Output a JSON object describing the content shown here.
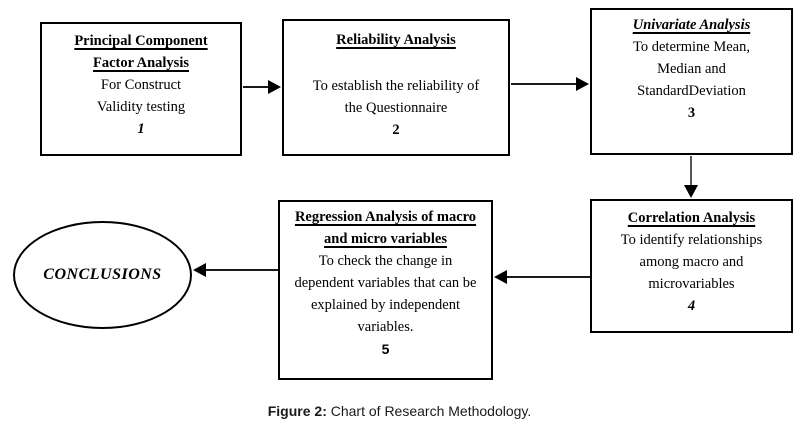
{
  "diagram": {
    "nodes": [
      {
        "title_lines": [
          "Principal Component",
          "Factor Analysis"
        ],
        "body_lines": [
          "For Construct",
          "Validity testing"
        ],
        "step": "1"
      },
      {
        "title_lines": [
          "Reliability Analysis"
        ],
        "body_lines": [
          "To establish the reliability of",
          "the Questionnaire"
        ],
        "step": "2"
      },
      {
        "title_lines": [
          "Univariate Analysis"
        ],
        "body_lines": [
          "To determine Mean,",
          "Median and",
          "StandardDeviation"
        ],
        "step": "3"
      },
      {
        "title_lines": [
          "Correlation Analysis"
        ],
        "body_lines": [
          "To identify relationships",
          "among macro and",
          "microvariables"
        ],
        "step": "4"
      },
      {
        "title_lines": [
          "Regression Analysis of macro",
          "and micro variables"
        ],
        "body_lines": [
          "To check the change in",
          "dependent variables that can be",
          "explained by independent",
          "variables."
        ],
        "step": "5"
      }
    ],
    "terminal_label": "CONCLUSIONS",
    "colors": {
      "ink": "#000000",
      "canvas": "#ffffff",
      "down_arrow_line": "#555555"
    }
  },
  "caption": {
    "prefix": "Figure 2:",
    "text": " Chart of Research Methodology."
  }
}
